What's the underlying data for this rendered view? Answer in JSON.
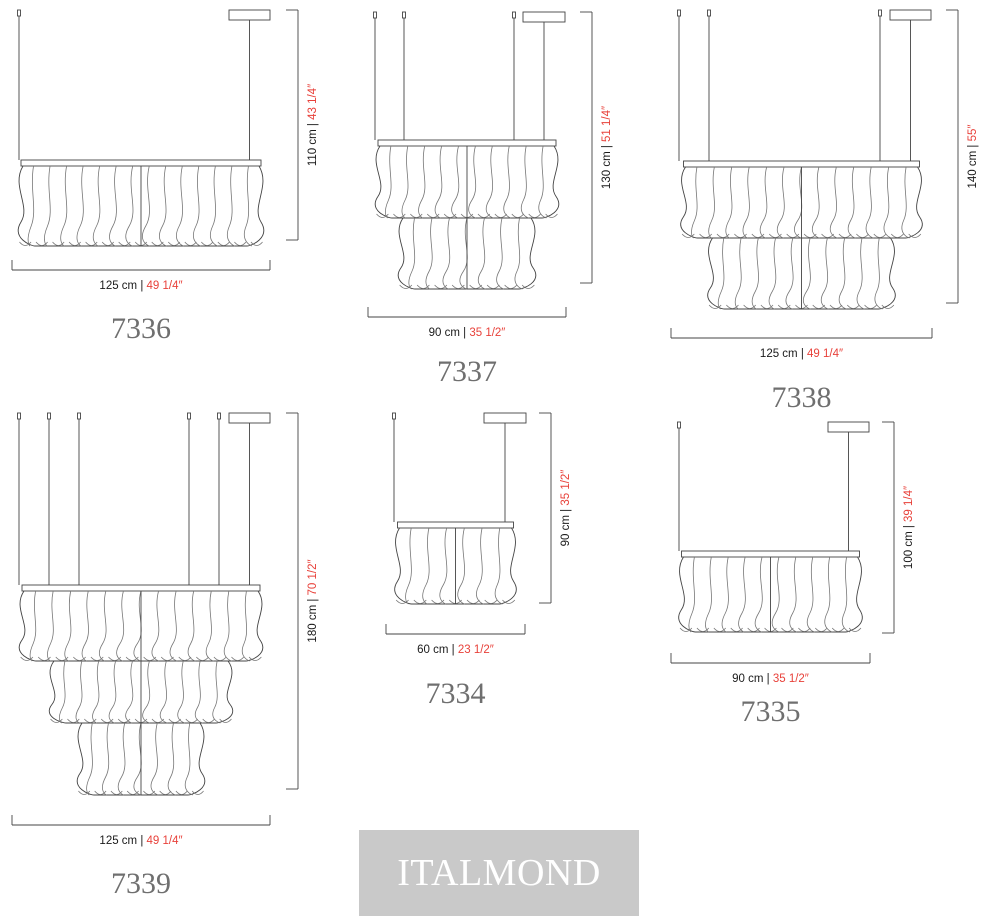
{
  "brand": "ITALMOND",
  "products": [
    {
      "model": "7336",
      "height_cm": "110 cm |",
      "height_in": "43 1/4″",
      "width_cm": "125 cm |",
      "width_in": "49 1/4″",
      "tiers": 1
    },
    {
      "model": "7337",
      "height_cm": "130 cm |",
      "height_in": "51 1/4″",
      "width_cm": "90 cm |",
      "width_in": "35 1/2″",
      "tiers": 2
    },
    {
      "model": "7338",
      "height_cm": "140 cm |",
      "height_in": "55″",
      "width_cm": "125 cm |",
      "width_in": "49 1/4″",
      "tiers": 2
    },
    {
      "model": "7339",
      "height_cm": "180 cm |",
      "height_in": "70 1/2″",
      "width_cm": "125 cm |",
      "width_in": "49 1/4″",
      "tiers": 3
    },
    {
      "model": "7334",
      "height_cm": "90 cm |",
      "height_in": "35 1/2″",
      "width_cm": "60 cm |",
      "width_in": "23 1/2″",
      "tiers": 1
    },
    {
      "model": "7335",
      "height_cm": "100 cm |",
      "height_in": "39 1/4″",
      "width_cm": "90 cm |",
      "width_in": "35 1/2″",
      "tiers": 1
    }
  ],
  "colors": {
    "inch_text": "#e8413a",
    "model_text": "#6f6f6f",
    "logo_bg": "#c9c9c9",
    "logo_text": "#ffffff"
  }
}
